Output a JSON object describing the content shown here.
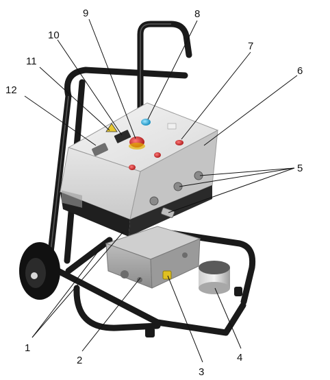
{
  "figure": {
    "callouts": [
      {
        "id": "1",
        "label": "1"
      },
      {
        "id": "2",
        "label": "2"
      },
      {
        "id": "3",
        "label": "3"
      },
      {
        "id": "4",
        "label": "4"
      },
      {
        "id": "5",
        "label": "5"
      },
      {
        "id": "6",
        "label": "6"
      },
      {
        "id": "7",
        "label": "7"
      },
      {
        "id": "8",
        "label": "8"
      },
      {
        "id": "9",
        "label": "9"
      },
      {
        "id": "10",
        "label": "10"
      },
      {
        "id": "11",
        "label": "11"
      },
      {
        "id": "12",
        "label": "12"
      }
    ],
    "colors": {
      "frame": "#1a1a1a",
      "enclosure": "#dcdcdc",
      "block": "#a9a9a9",
      "red_button": "#d23a3a",
      "blue_button": "#2aa8d8",
      "yellow_fitting": "#e0c020",
      "tire": "#111111"
    }
  }
}
